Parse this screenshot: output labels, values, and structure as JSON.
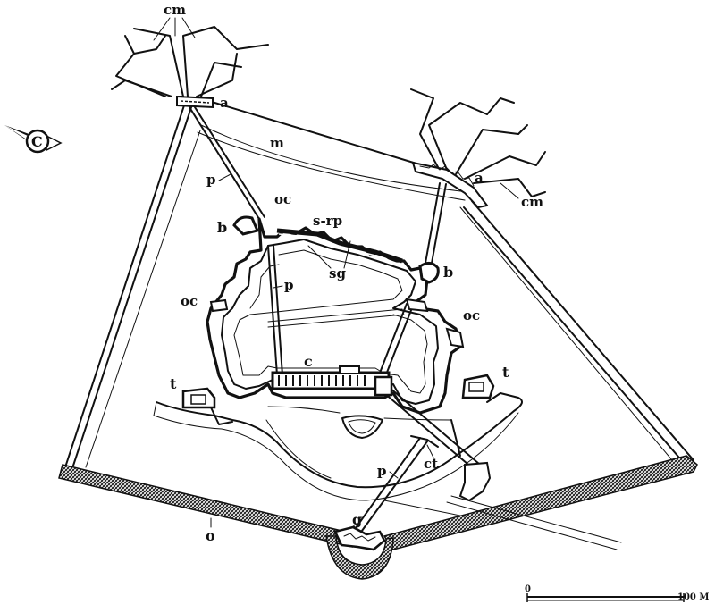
{
  "labels": {
    "cm": "cm",
    "a": "a",
    "m": "m",
    "p": "p",
    "oc": "oc",
    "b": "b",
    "s_rp": "s-rp",
    "sg": "sg",
    "c": "c",
    "t": "t",
    "ct": "ct",
    "g": "g",
    "o": "o"
  },
  "compass": {
    "letter": "C",
    "icon": "compass-arrow-icon"
  },
  "scale_bar": {
    "start": "0",
    "end": "100 M"
  },
  "colors": {
    "ink": "#111111",
    "paper": "#ffffff"
  }
}
